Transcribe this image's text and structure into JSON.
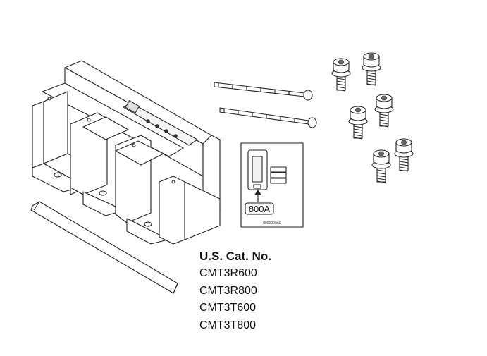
{
  "catalog": {
    "heading": "U.S. Cat. No.",
    "items": [
      "CMT3R600",
      "CMT3R800",
      "CMT3T600",
      "CMT3T800"
    ]
  },
  "inset": {
    "rating_label": "800A",
    "part_code": "0000000A0"
  },
  "components": {
    "terminal_cover": "terminal-cover-icon",
    "rod": "insulating-rod-icon",
    "long_screws": "long-screw-icon",
    "socket_screws": "socket-head-screw-icon"
  }
}
